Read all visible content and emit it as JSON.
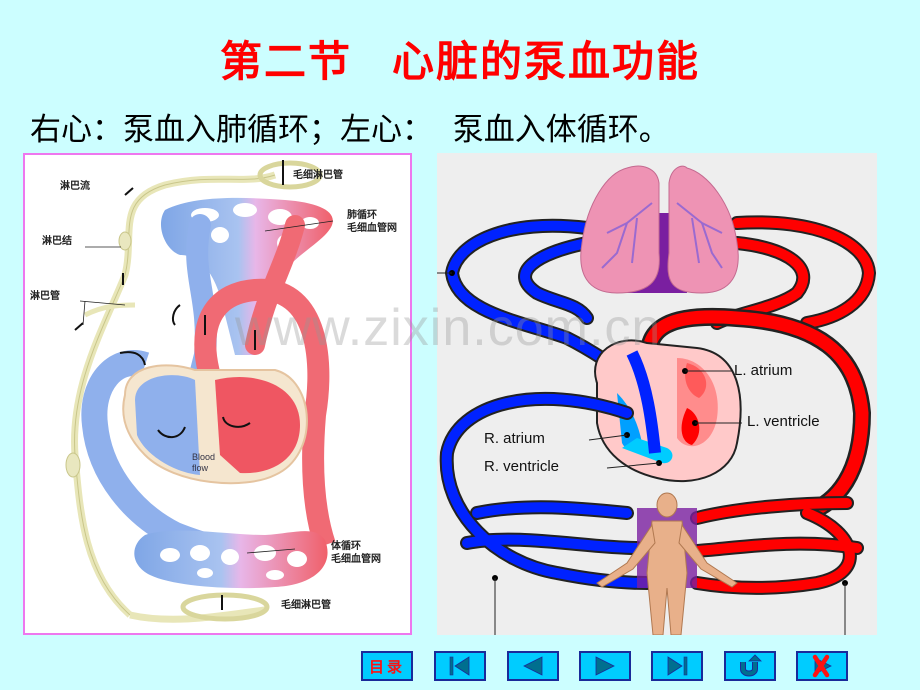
{
  "slide": {
    "title_part1": "第二节",
    "title_part2": "心脏的泵血功能",
    "subtitle": "右心：泵血入肺循环；左心：  泵血入体循环。"
  },
  "left_figure": {
    "labels": {
      "lymph_flow": "淋巴流",
      "lymph_node": "淋巴结",
      "lymph_vessel": "淋巴管",
      "capillary_lymph_top": "毛细淋巴管",
      "pulmonary_circulation_line1": "肺循环",
      "pulmonary_circulation_line2": "毛细血管网",
      "systemic_circulation_line1": "体循环",
      "systemic_circulation_line2": "毛细血管网",
      "capillary_lymph_bottom": "毛细淋巴管",
      "blood_flow_line1": "Blood",
      "blood_flow_line2": "flow"
    }
  },
  "right_figure": {
    "labels": {
      "l_atrium": "L. atrium",
      "l_ventricle": "L. ventricle",
      "r_atrium": "R. atrium",
      "r_ventricle": "R. ventricle"
    },
    "colors": {
      "venous": "#0022ff",
      "arterial": "#ff0000",
      "mixed": "#7a1fa0"
    }
  },
  "watermark": "www.zixin.com.cn",
  "navigation": {
    "toc_label": "目录",
    "buttons": [
      {
        "name": "first",
        "icon": "first-page-icon"
      },
      {
        "name": "previous",
        "icon": "previous-icon"
      },
      {
        "name": "next",
        "icon": "next-icon"
      },
      {
        "name": "last",
        "icon": "last-page-icon"
      },
      {
        "name": "return",
        "icon": "return-icon"
      },
      {
        "name": "exit",
        "icon": "exit-icon"
      }
    ],
    "colors": {
      "fill": "#00ccff",
      "border": "#1a2a9a",
      "glyph": "#006f8f",
      "toc_text": "#ff1111"
    }
  },
  "theme": {
    "background": "#ccfeff",
    "title_color": "#ff0000"
  }
}
